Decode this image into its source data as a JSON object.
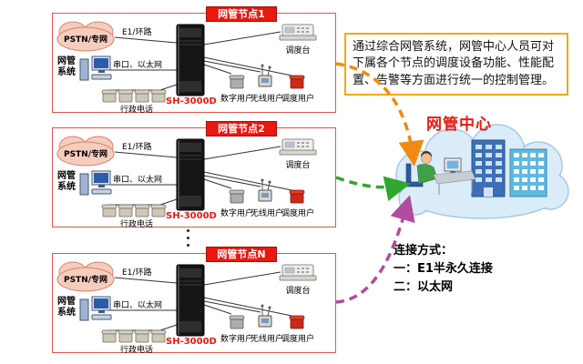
{
  "nodes": [
    {
      "title": "网管节点1",
      "pstn": "PSTN/专网",
      "nms": "网管系统",
      "e1": "E1/环路",
      "serial": "串口、以太网",
      "server": "SH-3000D",
      "admin_phone": "行政电话",
      "console": "调度台",
      "user_digital": "数字用户",
      "user_wireless": "无线用户",
      "user_dispatch": "调度用户"
    },
    {
      "title": "网管节点2",
      "pstn": "PSTN/专网",
      "nms": "网管系统",
      "e1": "E1/环路",
      "serial": "串口、以太网",
      "server": "SH-3000D",
      "admin_phone": "行政电话",
      "console": "调度台",
      "user_digital": "数字用户",
      "user_wireless": "无线用户",
      "user_dispatch": "调度用户"
    },
    {
      "title": "网管节点N",
      "pstn": "PSTN/专网",
      "nms": "网管系统",
      "e1": "E1/环路",
      "serial": "串口、以太网",
      "server": "SH-3000D",
      "admin_phone": "行政电话",
      "console": "调度台",
      "user_digital": "数字用户",
      "user_wireless": "无线用户",
      "user_dispatch": "调度用户"
    }
  ],
  "description": "通过综合网管系统，网管中心人员可对下属各个节点的调度设备功能、性能配置、告警等方面进行统一的控制管理。",
  "center": {
    "title": "网管中心"
  },
  "connection": {
    "title": "连接方式：",
    "item1": "一：E1半永久连接",
    "item2": "二：以太网"
  },
  "icons": {
    "pstn-cloud": "cloud-shape",
    "nms-computer": "workstation-shape",
    "server-tower": "black-cabinet-shape",
    "admin-phone": "telephone-shape",
    "dispatch-console": "console-shape",
    "digital-user": "telephone-shape",
    "wireless-user": "antenna-device-shape",
    "dispatch-user": "red-telephone-shape",
    "center-cloud": "cloud-with-buildings-and-operator"
  },
  "colors": {
    "node-border": "#e0574d",
    "title-bg": "#e8190f",
    "red-accent": "#e8190f",
    "desc-border": "#f0a818",
    "cloud-pink": "#f6cdbc",
    "cloud-blue": "#d9ecf8",
    "arrow-orange": "#f08a10",
    "arrow-green": "#2ea82e",
    "arrow-purple": "#b34b9e"
  }
}
